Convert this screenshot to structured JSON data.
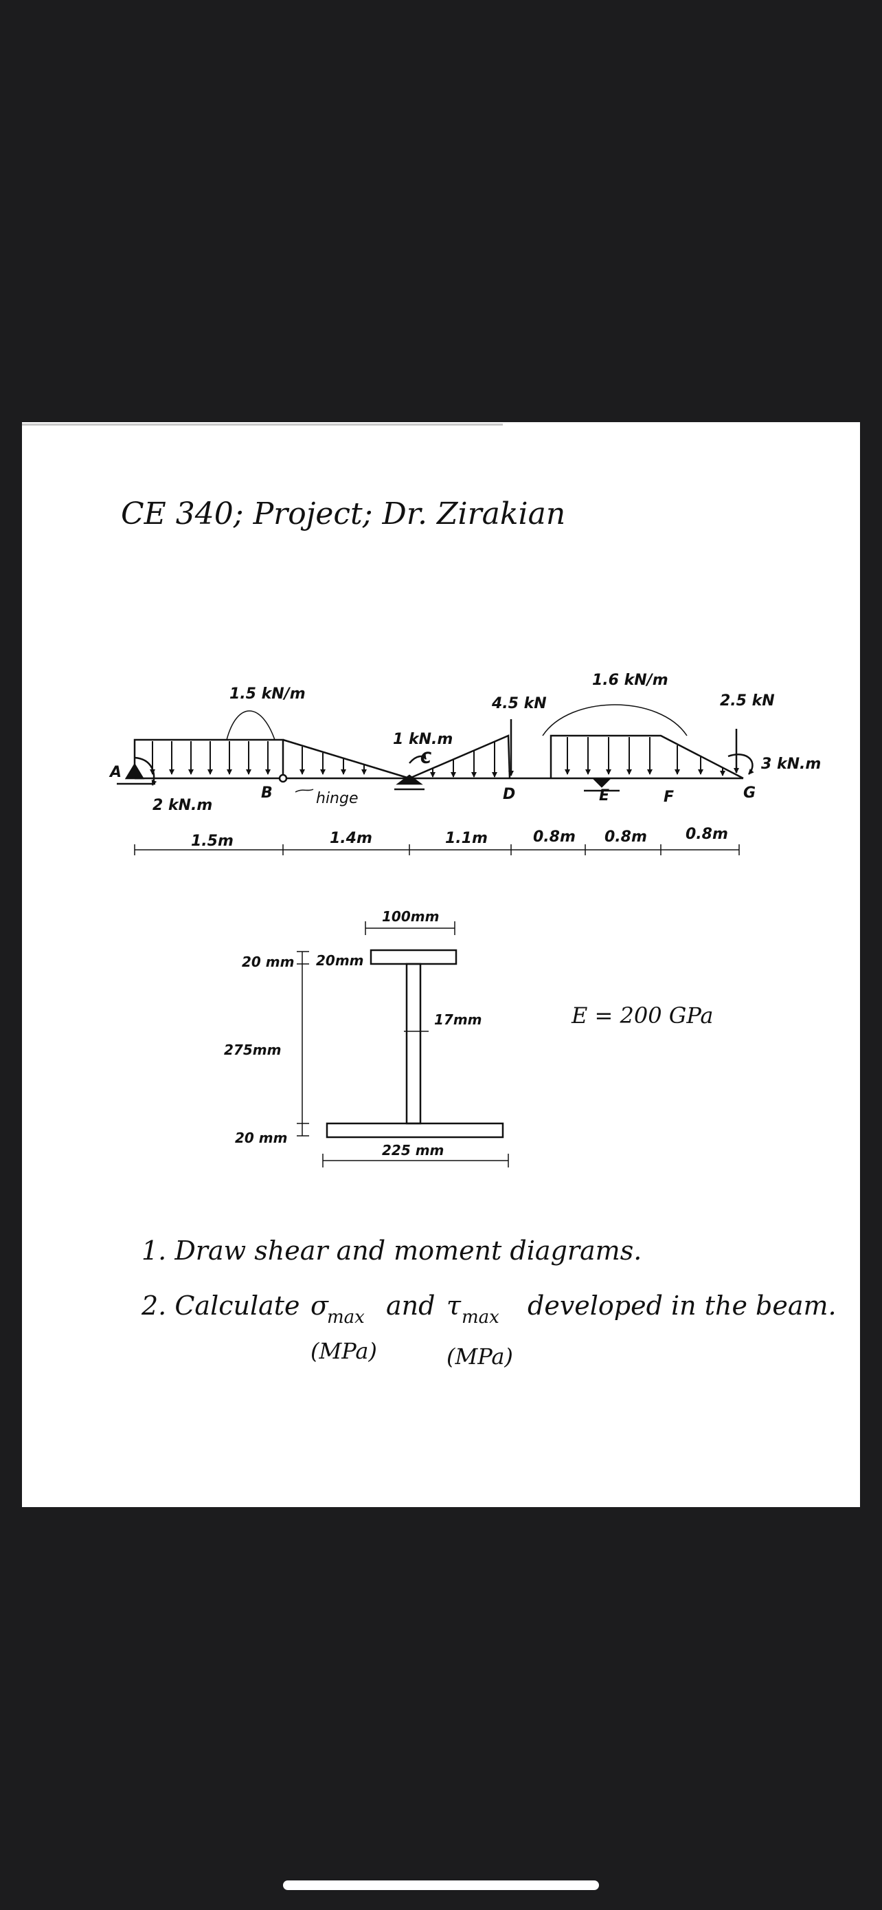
{
  "header": {
    "title": "CE 340; Project; Dr. Zirakian"
  },
  "beam": {
    "loads": {
      "dist_1": "1.5 kN/m",
      "dist_2": "1.6 kN/m",
      "point_d": "4.5 kN",
      "point_g": "2.5 kN",
      "moment_c": "1 kN.m",
      "moment_a": "2 kN.m",
      "moment_g": "3 kN.m"
    },
    "points": {
      "a": "A",
      "b": "B",
      "c": "C",
      "d": "D",
      "e": "E",
      "f": "F",
      "g": "G"
    },
    "hinge_label": "hinge",
    "spans": [
      "1.5m",
      "1.4m",
      "1.1m",
      "0.8m",
      "0.8m",
      "0.8m"
    ]
  },
  "section": {
    "top_flange_width": "100mm",
    "top_flange_thickness": "20 mm",
    "top_flange_thickness_2": "20mm",
    "web_height": "275mm",
    "web_thickness": "17mm",
    "bottom_flange_thickness": "20 mm",
    "bottom_flange_width": "225 mm"
  },
  "material": {
    "modulus": "E = 200 GPa"
  },
  "tasks": {
    "task_1": "1. Draw shear and moment diagrams.",
    "task_2_prefix": "2. Calculate",
    "sigma_sym": "σ",
    "sigma_sub": "max",
    "and": "and",
    "tau_sym": "τ",
    "tau_sub": "max",
    "task_2_suffix": "developed in the beam.",
    "unit_sigma": "(MPa)",
    "unit_tau": "(MPa)"
  },
  "colors": {
    "background": "#1c1c1e",
    "paper": "#ffffff",
    "ink": "#111111"
  }
}
